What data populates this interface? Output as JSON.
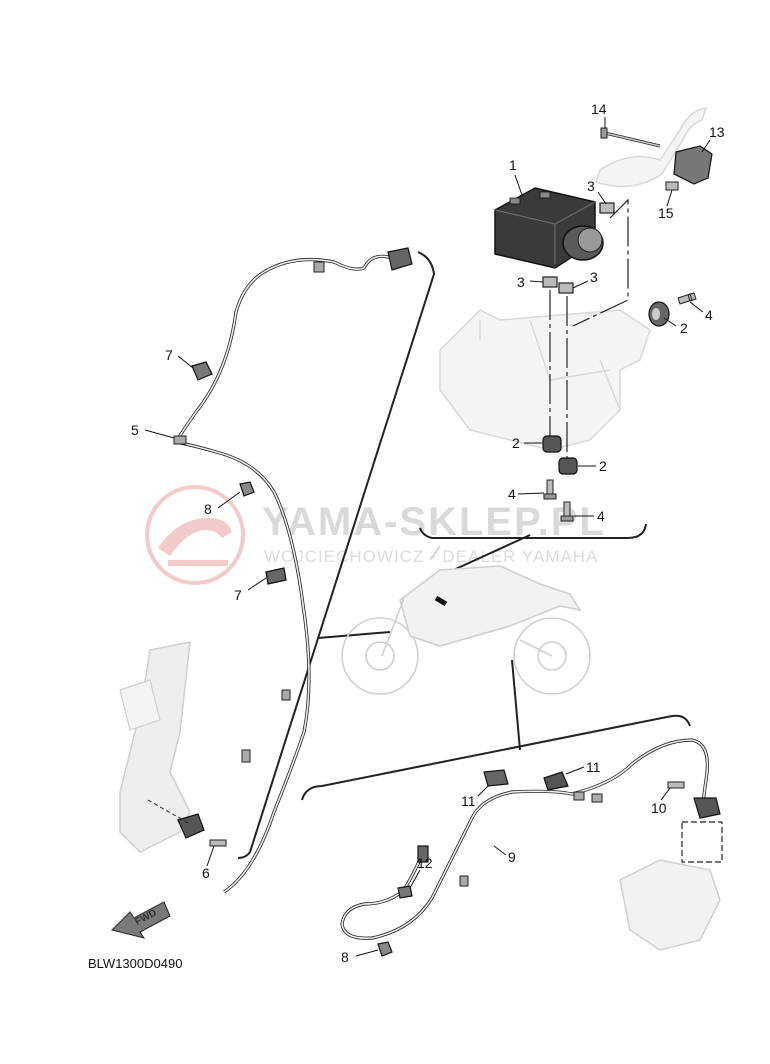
{
  "diagram_code": "BLW1300D0490",
  "watermark": {
    "title": "YAMA-SKLEP.PL",
    "subtitle": "WOJCIECHOWICZ - DEALER YAMAHA",
    "brand_color": "#e8a0a0"
  },
  "direction_label": "FWD",
  "colors": {
    "line": "#222222",
    "ghost_part": "#dddddd",
    "abs_unit": "#3a3a3a",
    "watermark_red": "#e8a0a0"
  },
  "callouts": {
    "c1": "1",
    "c2a": "2",
    "c2b": "2",
    "c2c": "2",
    "c3a": "3",
    "c3b": "3",
    "c3c": "3",
    "c4a": "4",
    "c4b": "4",
    "c4c": "4",
    "c5": "5",
    "c6": "6",
    "c7a": "7",
    "c7b": "7",
    "c8a": "8",
    "c8b": "8",
    "c9": "9",
    "c10": "10",
    "c11a": "11",
    "c11b": "11",
    "c12": "12",
    "c13": "13",
    "c14": "14",
    "c15": "15"
  }
}
